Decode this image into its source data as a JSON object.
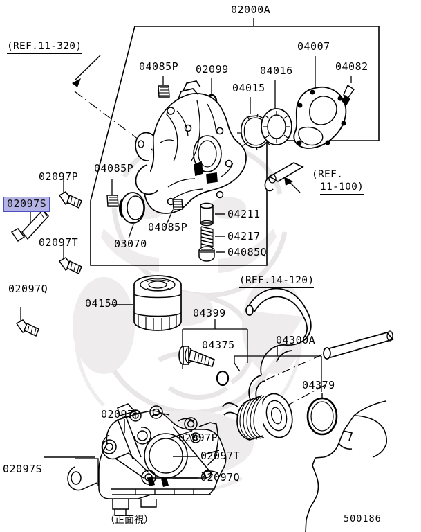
{
  "diagram": {
    "number": "500186",
    "view_note": "（正面視）",
    "assembly_label": "02000A",
    "highlight_color": "#b3b3e6",
    "highlight_border": "#4d4dbf",
    "line_color": "#000000",
    "background": "#ffffff"
  },
  "references": [
    {
      "id": "ref-11-320",
      "line1": "(REF.11-320)",
      "line2": ""
    },
    {
      "id": "ref-11-100",
      "line1": "(REF.",
      "line2": "11-100)"
    },
    {
      "id": "ref-14-120",
      "line1": "(REF.14-120)",
      "line2": ""
    }
  ],
  "labels": {
    "assembly": "02000A",
    "l_04085P_top": "04085P",
    "l_02099": "02099",
    "l_04016": "04016",
    "l_04015": "04015",
    "l_04007": "04007",
    "l_04082": "04082",
    "l_04085P_mid": "04085P",
    "l_04085P_low": "04085P",
    "l_03070": "03070",
    "l_04211": "04211",
    "l_04217": "04217",
    "l_04085Q": "04085Q",
    "l_02097P_left": "02097P",
    "l_02097S_highlight": "02097S",
    "l_02097T_left": "02097T",
    "l_02097Q_left": "02097Q",
    "l_04150": "04150",
    "l_04399": "04399",
    "l_04375": "04375",
    "l_04300A": "04300A",
    "l_04379": "04379",
    "l_02097P_b1": "02097P",
    "l_02097P_b2": "02097P",
    "l_02097S_b": "02097S",
    "l_02097T_b": "02097T",
    "l_02097Q_b": "02097Q"
  },
  "parts": [
    {
      "number": "02000A",
      "name": "oil-pump-assembly"
    },
    {
      "number": "04085P",
      "name": "plug-small"
    },
    {
      "number": "02099",
      "name": "o-ring-small"
    },
    {
      "number": "04016",
      "name": "pump-outer-rotor"
    },
    {
      "number": "04015",
      "name": "pump-inner-rotor"
    },
    {
      "number": "04007",
      "name": "pump-cover-plate"
    },
    {
      "number": "04082",
      "name": "cover-screw"
    },
    {
      "number": "03070",
      "name": "oil-seal"
    },
    {
      "number": "04211",
      "name": "relief-valve-plunger"
    },
    {
      "number": "04217",
      "name": "relief-valve-spring"
    },
    {
      "number": "04085Q",
      "name": "relief-valve-plug"
    },
    {
      "number": "02097P",
      "name": "flange-bolt-p"
    },
    {
      "number": "02097S",
      "name": "flange-bolt-s"
    },
    {
      "number": "02097T",
      "name": "flange-bolt-t"
    },
    {
      "number": "02097Q",
      "name": "flange-bolt-q"
    },
    {
      "number": "04150",
      "name": "oil-filter"
    },
    {
      "number": "04399",
      "name": "oil-filter-bracket-kit"
    },
    {
      "number": "04375",
      "name": "filter-center-bolt"
    },
    {
      "number": "04300A",
      "name": "oil-cooler"
    },
    {
      "number": "04379",
      "name": "oil-cooler-o-ring"
    }
  ]
}
